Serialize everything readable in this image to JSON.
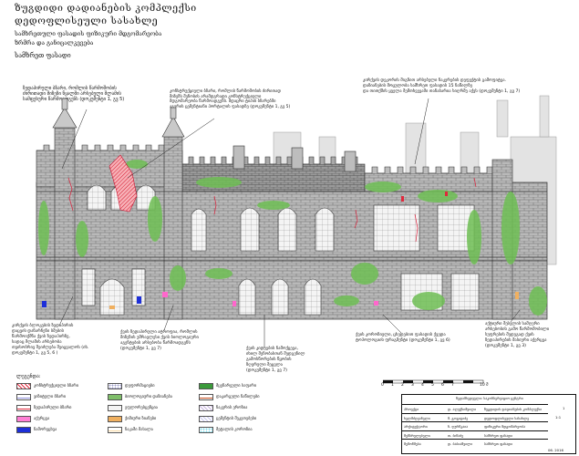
{
  "title_block": {
    "line1": "ზუგდიდი  დადიანების  კომპლექსი",
    "line2": "დედოფლისეული  სასახლე",
    "line3": "სამხრეთული ფასადის ფიზიკური მდგომარეობა",
    "line4": "ზრმრა და განიცალკევება",
    "line5": "სამხრეთ ფასადი"
  },
  "callouts": [
    "ზედაპირული ბზარი, რომლის წარმოშობის\nძირითადი მიზეზი წყალში არსებული შლამის\nსამფეხური წარმოადგენს (დოკუმენტი 1, გვ 5)",
    "კონსტრუქციული ბზარი, რომლის წარმოშობის ძირითად\nმიზეზს შენობის არამდგრადი კონსტრუქციული\nმდგომარეობა წარმოადგენს. მდაცრი ტიპის ბზარებში\nაგურის ცემენტიანი პორტალის ფასადზე  (დოკუმენტი 1, გვ 5)",
    "კირქვის დეკორის შიგნით არსებული ნაკერების დეფექტის გამოფიტვა.\nდაზიანების მოცულობა სამხრეთ ფასადის 15 ნაწილზე\nდა თითქმის ყველა შემთხვევაში თანაბარია სიღრმე აქვს (დოკუმენტი 1, გვ 7)",
    "კირქვის ბლოკების ზედაპირის\nდაცვის დანარჩენი ბმების\nწარმოიქმნა ქვის ზედაპირზე,\nსადაც შლამის არსებობა\nთვისობრივ შეიძლება შეიცვალოს (იხ.\nდოკუმენტი 1, გვ 5, 6 )",
    "ქვის ზედაპირული ატროფია, რომლის\nმიზეზის უმრავლესი ქვის ბიოლოგიური\nაგენტების არსებობა  წარმოადგენს\n(დოკუმენტი 1, გვ 7)",
    "ქვის კოროზიული, ცხედებით ფასადის ქვედა\nტოპოლოგიის ფრაგმენტი  (დოკუმენტი 1, გვ 6)",
    "ქვის კიდეების ჩამოქცევა,\nიხილ შენობასთან შედგენილ\nგამოსწორების წყობის\nზღვრული შეცვლა\n(დოკუმენტი 1, გვ 7)",
    "აქტიური შესვლის სამღერი\nარსებობის გამო წარმოშობილი\nსუფრების შედეგად ქვის\nზედაპირების მასიური აქერცვა\n(დოკუმენტი 1, გვ 3)"
  ],
  "legend": {
    "title": "ლეგენდა:",
    "items": [
      {
        "label": "კონსტრუქციული ბზარი",
        "color": "#e0283c",
        "pattern": "hatch"
      },
      {
        "label": "ვიზიტული ბზარი",
        "color": "#8a8ad8",
        "pattern": "line"
      },
      {
        "label": "ზედაპირული ბზარი",
        "color": "#e0283c",
        "pattern": "line"
      },
      {
        "label": "აქერცვა",
        "color": "#ff7fd5",
        "pattern": "solid"
      },
      {
        "label": "ჩამორეცხვა",
        "color": "#1d2fd8",
        "pattern": "solid"
      },
      {
        "label": "დეფორმაციები",
        "color": "#9c9cc8",
        "pattern": "dots"
      },
      {
        "label": "ბიოლოგიური დაზიანება",
        "color": "#7fbf6a",
        "pattern": "solid"
      },
      {
        "label": "ეფლორესცენცია",
        "color": "#f4f4f4",
        "pattern": "solid"
      },
      {
        "label": "ქიმიური ზიანები",
        "color": "#f0b060",
        "pattern": "solid"
      },
      {
        "label": "ნაკაში მასალა",
        "color": "#f8d8a0",
        "pattern": "line"
      },
      {
        "label": "მცენარეული საფარი",
        "color": "#3a9a3a",
        "pattern": "solid"
      },
      {
        "label": "დაკარგული ნაწილები",
        "color": "#c44a1a",
        "pattern": "line"
      },
      {
        "label": "ნაკერის ეროზია",
        "color": "#c8b4e0",
        "pattern": "hatch"
      },
      {
        "label": "ცემენტის შეკეთებები",
        "color": "#c8c8f0",
        "pattern": "hatch"
      },
      {
        "label": "მეტალის კოროზია",
        "color": "#7fd8e8",
        "pattern": "dots"
      }
    ]
  },
  "scale": {
    "labels": [
      "0",
      "1",
      "2",
      "3",
      "4",
      "5",
      "6",
      "7",
      "10 მ"
    ]
  },
  "stamp": {
    "header": "ზედამხედველი: საკონსერვაციო ცენტრი",
    "rows": [
      [
        "პროექტი",
        "დ. ალექსიშვილი",
        "ზუგდიდის დადიანების კომპლექსი"
      ],
      [
        "ხელმძღვანელი",
        "მ. გოგიტიძე",
        "დედოფლისეული სასახლე"
      ],
      [
        "არქიტექტორი",
        "ნ. ღურწკაია",
        "ფიზიკური მდგომარეობა"
      ],
      [
        "შემსრულებელი",
        "თ. ბიწაძე",
        "სამხრეთ ფასადი"
      ],
      [
        "შემოწმება",
        "დ. ბაბიაშვილი",
        "სამხრეთ ფასადი"
      ]
    ],
    "sheet": "1",
    "date": "06. 2016",
    "scale": "1:1"
  },
  "colors": {
    "brick": "#a7a7a7",
    "moss": "#6fbf54",
    "crack": "#e0283c",
    "accent_blue": "#1d2fd8",
    "pink": "#ff66cc"
  }
}
